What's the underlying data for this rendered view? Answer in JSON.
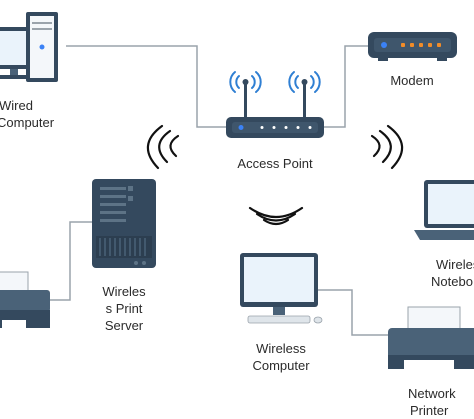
{
  "nodes": {
    "wired_computer": {
      "label_line1": "Wired",
      "label_line2": "Computer"
    },
    "modem": {
      "label": "Modem"
    },
    "access_point": {
      "label": "Access Point"
    },
    "print_server": {
      "label_line1": "Wireles",
      "label_line2": "s Print",
      "label_line3": "Server"
    },
    "wireless_computer": {
      "label_line1": "Wireless",
      "label_line2": "Computer"
    },
    "wireless_notebook": {
      "label_line1": "Wireles",
      "label_line2": "Notebo"
    },
    "network_printer": {
      "label_line1": "Network",
      "label_line2": "Printer"
    }
  },
  "colors": {
    "device_dark": "#34495e",
    "device_mid": "#4a6278",
    "screen": "#eaf3fb",
    "cable": "#9aa3ab",
    "antenna_blue": "#2f7fd3",
    "wave": "#111111",
    "led_orange": "#f28c28",
    "led_blue": "#3b82f6"
  },
  "icons": [
    "wired-computer-icon",
    "modem-icon",
    "access-point-icon",
    "print-server-icon",
    "printer-icon",
    "wireless-computer-icon",
    "notebook-icon",
    "network-printer-icon",
    "wifi-wave-icon"
  ]
}
